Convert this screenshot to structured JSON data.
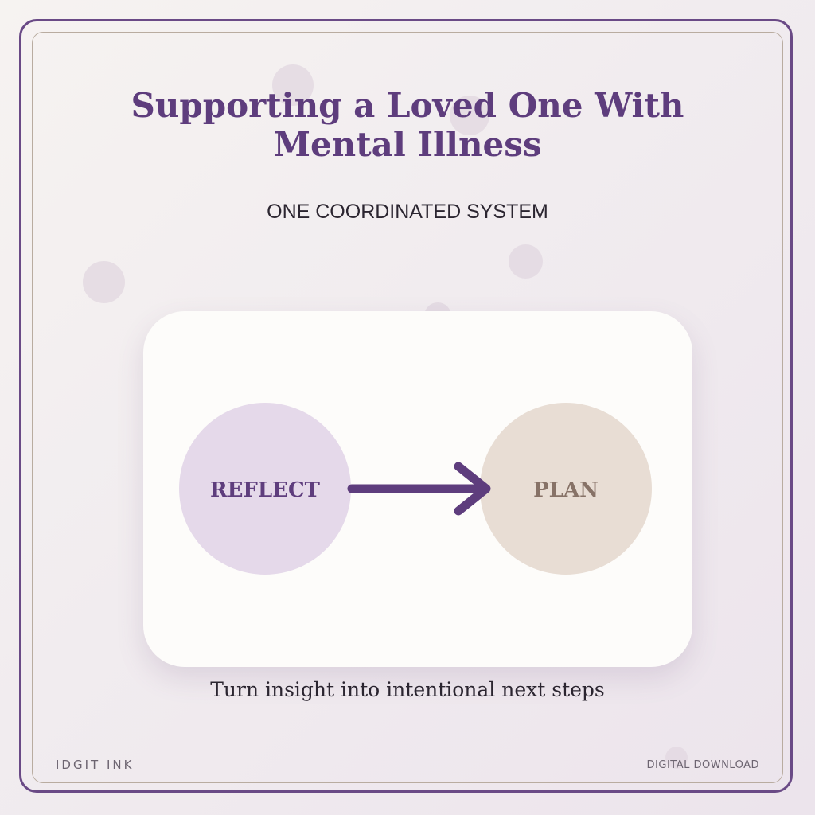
{
  "title": "Supporting a Loved One With Mental Illness",
  "subtitle": "ONE COORDINATED SYSTEM",
  "diagram": {
    "from_label": "REFLECT",
    "to_label": "PLAN",
    "arrow_icon": "right-arrow-icon"
  },
  "caption": "Turn insight into intentional next steps",
  "footer": {
    "brand": "IDGIT INK",
    "tag": "DIGITAL DOWNLOAD"
  },
  "colors": {
    "accent": "#5e3d7d",
    "reflect_circle": "#e5d9ea",
    "plan_circle": "#e8ddd4",
    "plan_text": "#877267",
    "card": "#fdfcfa"
  }
}
